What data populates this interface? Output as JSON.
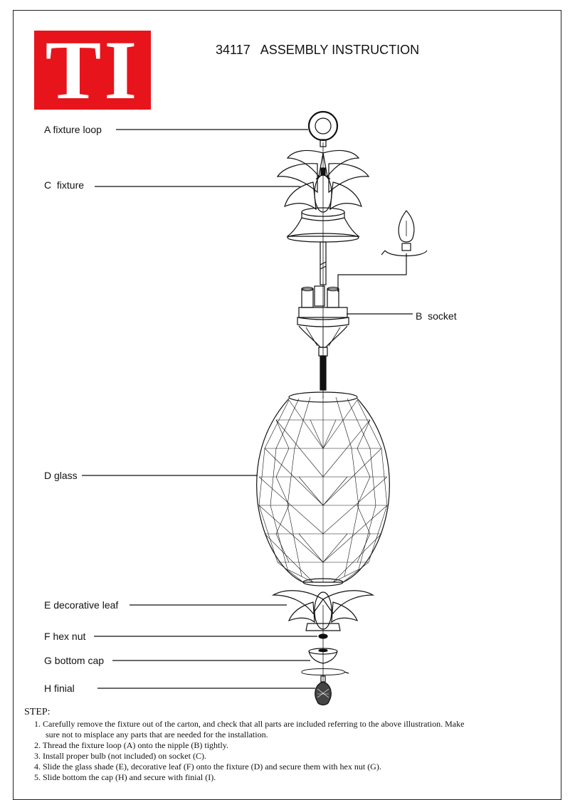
{
  "logo": {
    "text": "TI",
    "background": "#e8141b"
  },
  "title": "34117   ASSEMBLY INSTRUCTION",
  "labels": {
    "a": "A fixture loop",
    "c": "C  fixture",
    "b": "B  socket",
    "d": "D glass",
    "e": "E decorative leaf",
    "f": "F hex nut",
    "g": "G bottom cap",
    "h": "H finial"
  },
  "steps": {
    "heading": "STEP:",
    "items": [
      "1.  Carefully remove the fixture out of the carton, and check that all parts are included referring to the above illustration.  Make",
      "sure not to misplace any parts that are needed for the installation.",
      "2. Thread the fixture loop (A) onto the nipple (B) tightly.",
      "3. Install proper bulb (not included) on socket (C).",
      "4. Slide the glass shade (E), decorative leaf (F) onto the fixture (D) and secure them with hex nut (G).",
      "5. Slide bottom the cap (H) and secure with finial (I)."
    ]
  }
}
